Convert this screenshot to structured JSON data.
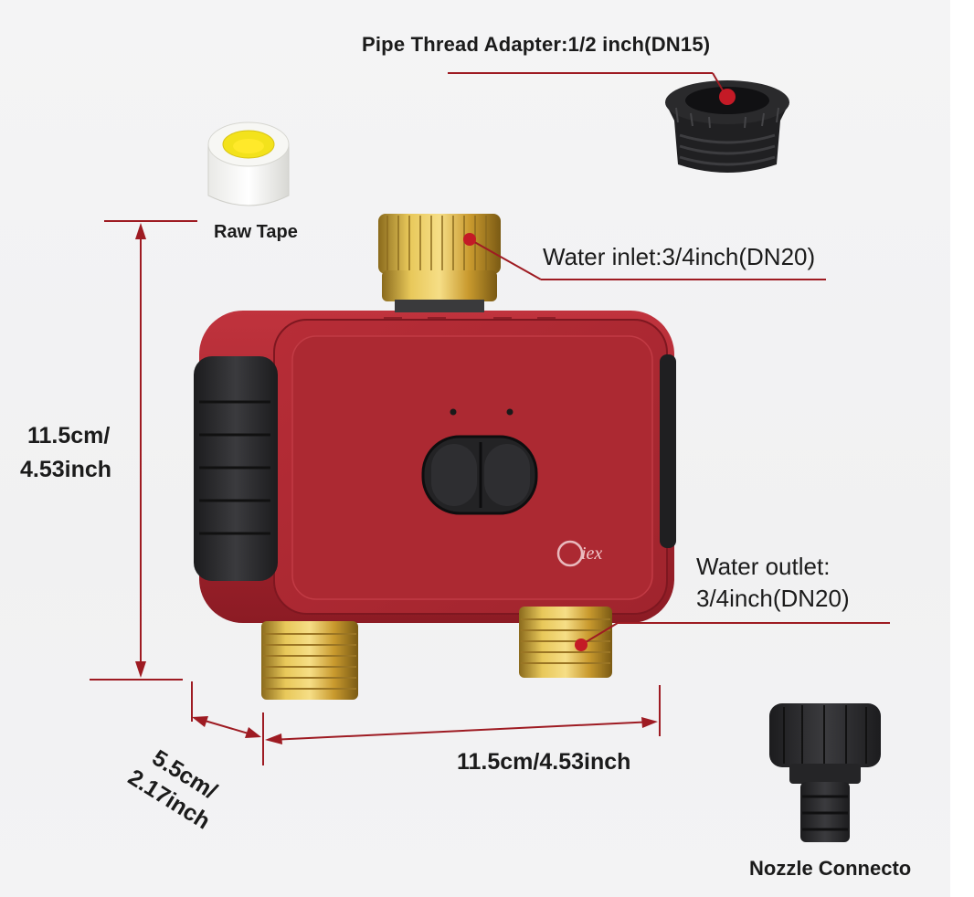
{
  "labels": {
    "pipe_adapter": "Pipe Thread Adapter:1/2 inch(DN15)",
    "raw_tape": "Raw Tape",
    "water_inlet": "Water inlet:3/4inch(DN20)",
    "water_outlet_line1": "Water outlet:",
    "water_outlet_line2": "3/4inch(DN20)",
    "height_line1": "11.5cm/",
    "height_line2": "4.53inch",
    "width": "11.5cm/4.53inch",
    "depth_line1": "5.5cm/",
    "depth_line2": "2.17inch",
    "nozzle": "Nozzle Connecto"
  },
  "brand_logo": "iex",
  "colors": {
    "body_red": "#a8262f",
    "dimension_line": "#9e1b22",
    "brass": "#d4aa3c",
    "rubber": "#2a2a2c",
    "tape_yellow": "#f3e21c"
  }
}
